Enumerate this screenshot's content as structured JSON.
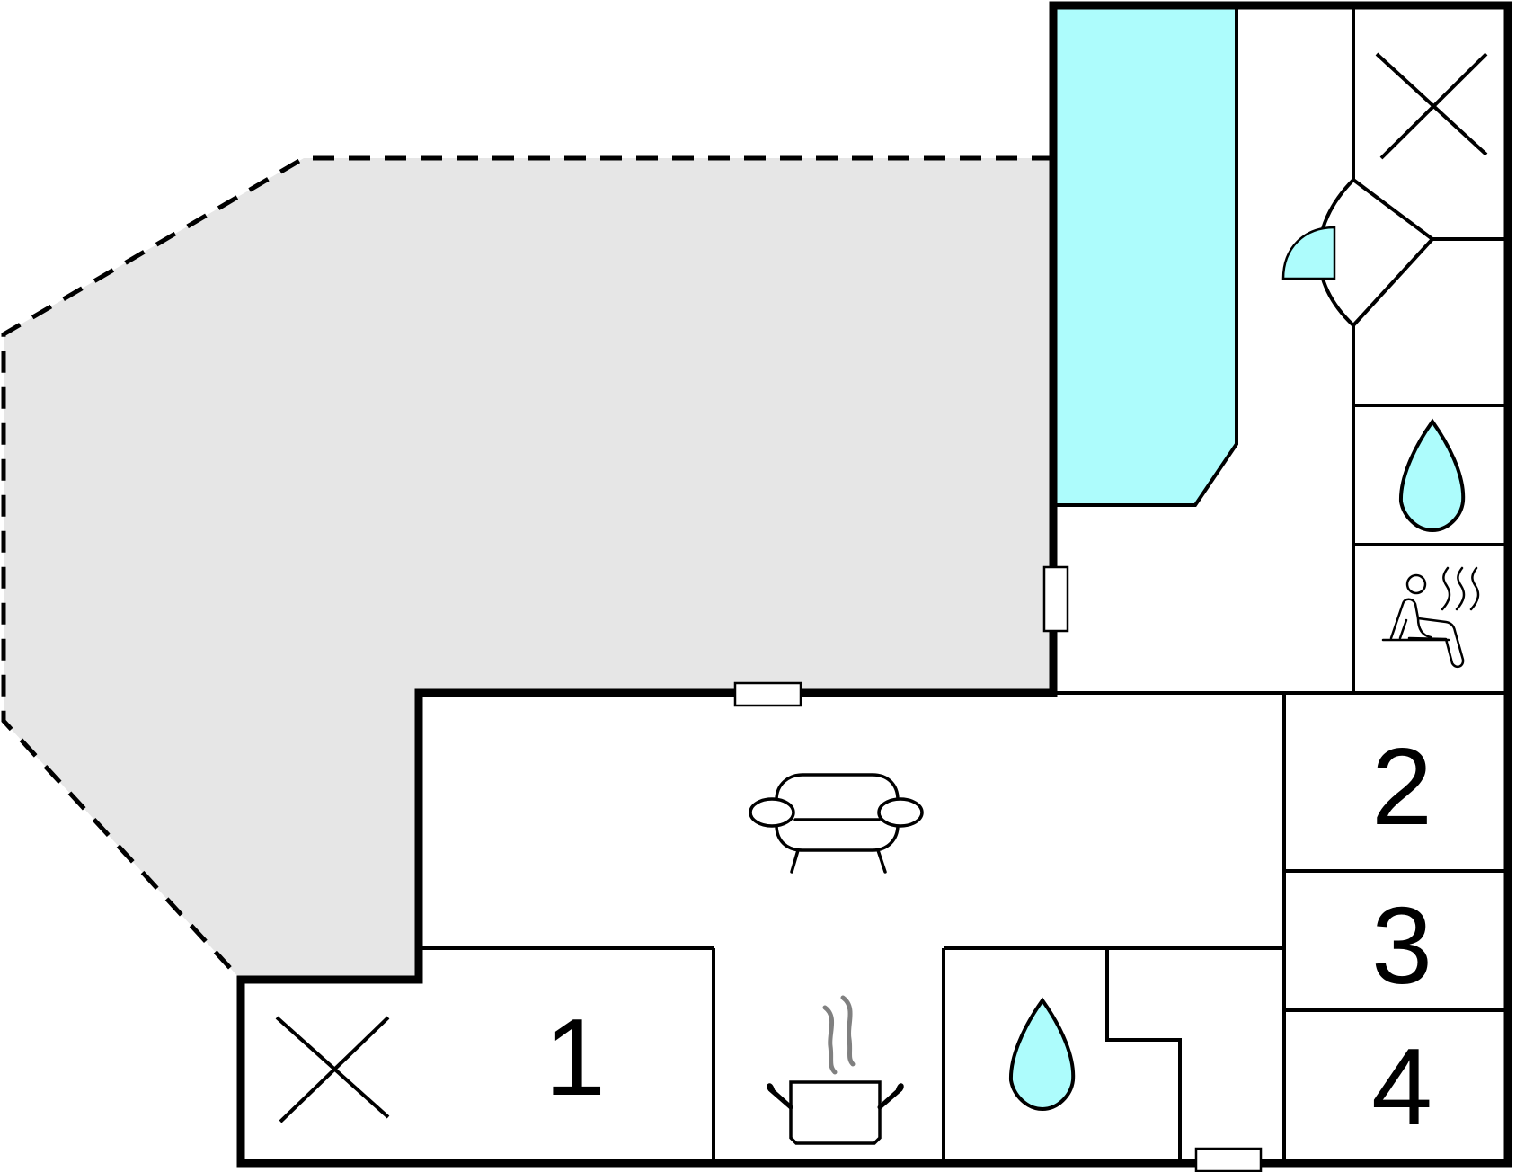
{
  "rooms": {
    "bedroom_1": {
      "number": "1"
    },
    "bedroom_2": {
      "number": "2"
    },
    "bedroom_3": {
      "number": "3"
    },
    "bedroom_4": {
      "number": "4"
    }
  },
  "colors": {
    "terrace": "#e6e6e6",
    "pool": "#adfcfc",
    "water": "#adfcfc",
    "wall": "#000000",
    "steam": "#808080"
  },
  "icons": [
    "pool",
    "terrace",
    "void-cross-icon",
    "door-icon",
    "shower-icon",
    "sauna-icon",
    "sofa-icon",
    "kitchen-pot-icon"
  ]
}
